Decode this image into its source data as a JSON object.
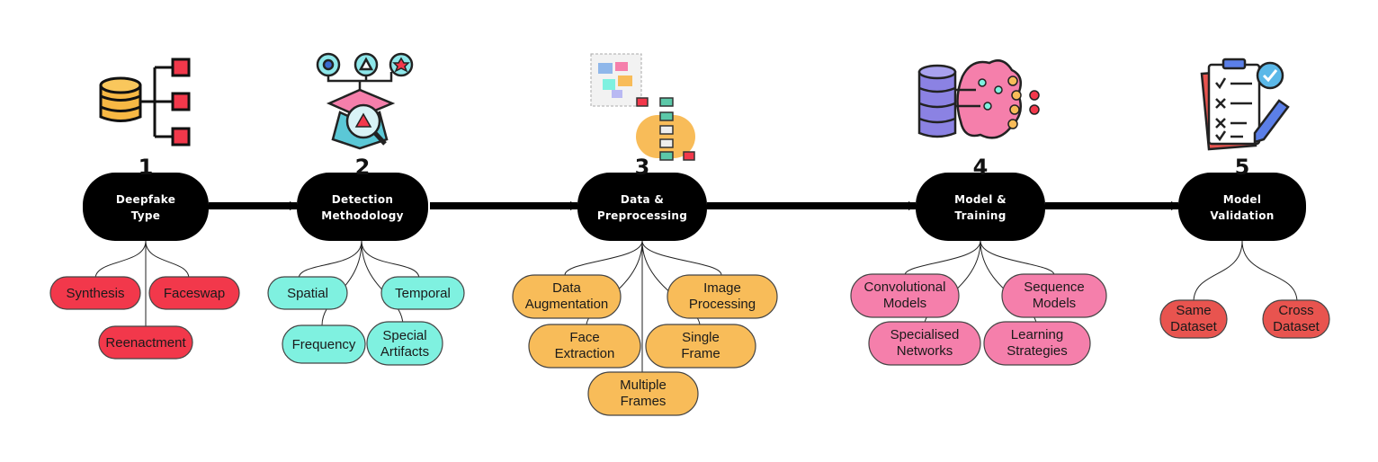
{
  "stages": [
    {
      "number": "1",
      "title_lines": [
        "Deepfake",
        "Type"
      ],
      "color": "#f2384b",
      "icon": "database-tree-icon",
      "leaves": [
        {
          "lines": [
            "Synthesis"
          ]
        },
        {
          "lines": [
            "Faceswap"
          ]
        },
        {
          "lines": [
            "Reenactment"
          ]
        }
      ]
    },
    {
      "number": "2",
      "title_lines": [
        "Detection",
        "Methodology"
      ],
      "color": "#7ff1e0",
      "icon": "detection-box-icon",
      "leaves": [
        {
          "lines": [
            "Spatial"
          ]
        },
        {
          "lines": [
            "Temporal"
          ]
        },
        {
          "lines": [
            "Frequency"
          ]
        },
        {
          "lines": [
            "Special",
            "Artifacts"
          ]
        }
      ]
    },
    {
      "number": "3",
      "title_lines": [
        "Data &",
        "Preprocessing"
      ],
      "color": "#f8bc59",
      "icon": "data-pipeline-icon",
      "leaves": [
        {
          "lines": [
            "Data",
            "Augmentation"
          ]
        },
        {
          "lines": [
            "Image",
            "Processing"
          ]
        },
        {
          "lines": [
            "Face",
            "Extraction"
          ]
        },
        {
          "lines": [
            "Single",
            "Frame"
          ]
        },
        {
          "lines": [
            "Multiple",
            "Frames"
          ]
        }
      ]
    },
    {
      "number": "4",
      "title_lines": [
        "Model &",
        "Training"
      ],
      "color": "#f57fab",
      "icon": "database-brain-icon",
      "leaves": [
        {
          "lines": [
            "Convolutional",
            "Models"
          ]
        },
        {
          "lines": [
            "Sequence",
            "Models"
          ]
        },
        {
          "lines": [
            "Specialised",
            "Networks"
          ]
        },
        {
          "lines": [
            "Learning",
            "Strategies"
          ]
        }
      ]
    },
    {
      "number": "5",
      "title_lines": [
        "Model",
        "Validation"
      ],
      "color": "#e8544f",
      "icon": "checklist-icon",
      "leaves": [
        {
          "lines": [
            "Same",
            "Dataset"
          ]
        },
        {
          "lines": [
            "Cross",
            "Dataset"
          ]
        }
      ]
    }
  ]
}
